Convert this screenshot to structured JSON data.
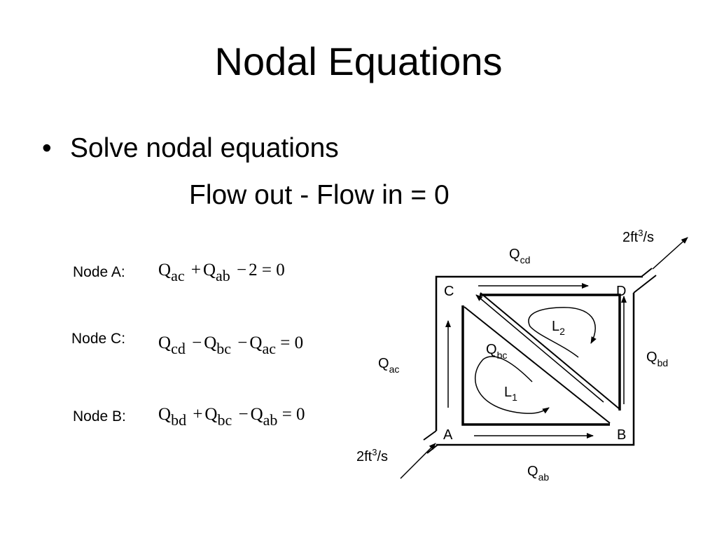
{
  "slide": {
    "title": "Nodal Equations",
    "bullet_symbol": "•",
    "bullet_text": "Solve nodal equations",
    "subline": "Flow out - Flow in = 0"
  },
  "equations": [
    {
      "label": "Node A:",
      "terms": [
        {
          "sign": "",
          "sym": "Q",
          "sub": "ac"
        },
        {
          "sign": "+",
          "sym": "Q",
          "sub": "ab"
        },
        {
          "sign": "−",
          "sym": "2",
          "sub": ""
        }
      ],
      "rhs": "= 0"
    },
    {
      "label": "Node C:",
      "terms": [
        {
          "sign": "",
          "sym": "Q",
          "sub": "cd"
        },
        {
          "sign": "−",
          "sym": "Q",
          "sub": "bc"
        },
        {
          "sign": "−",
          "sym": "Q",
          "sub": "ac"
        }
      ],
      "rhs": "= 0"
    },
    {
      "label": "Node B:",
      "terms": [
        {
          "sign": "",
          "sym": "Q",
          "sub": "bd"
        },
        {
          "sign": "+",
          "sym": "Q",
          "sub": "bc"
        },
        {
          "sign": "−",
          "sym": "Q",
          "sub": "ab"
        }
      ],
      "rhs": "= 0"
    }
  ],
  "diagram": {
    "nodes": {
      "A": "A",
      "B": "B",
      "C": "C",
      "D": "D"
    },
    "flows": {
      "cd": {
        "main": "Q",
        "sub": "cd"
      },
      "ac": {
        "main": "Q",
        "sub": "ac"
      },
      "bc": {
        "main": "Q",
        "sub": "bc"
      },
      "bd": {
        "main": "Q",
        "sub": "bd"
      },
      "ab": {
        "main": "Q",
        "sub": "ab"
      }
    },
    "loops": {
      "L1": {
        "main": "L",
        "sub": "1"
      },
      "L2": {
        "main": "L",
        "sub": "2"
      }
    },
    "inflow": {
      "pre": "2ft",
      "sup": "3",
      "post": "/s"
    },
    "outflow": {
      "pre": "2ft",
      "sup": "3",
      "post": "/s"
    }
  }
}
